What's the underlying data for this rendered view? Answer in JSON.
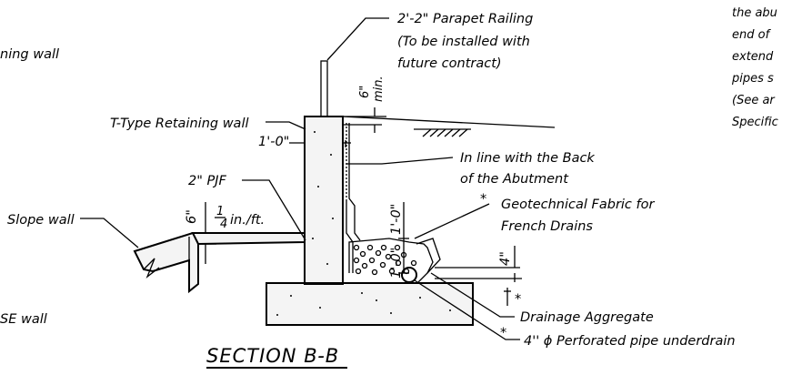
{
  "labels": {
    "parapet_line1": "2'-2\" Parapet Railing",
    "parapet_line2": "(To be installed with",
    "parapet_line3": "future contract)",
    "retaining_left_partial": "ning wall",
    "t_type": "T-Type Retaining wall",
    "dim_1ft": "1'-0\"",
    "dim_6min_a": "6\"",
    "dim_6min_b": "min.",
    "inline_line1": "In line with the Back",
    "inline_line2": "of the Abutment",
    "pjf": "2\" PJF",
    "geo_line1": "Geotechnical Fabric for",
    "geo_line2": "French Drains",
    "slope_wall": "Slope wall",
    "dim_6in": "6\"",
    "slope_rate_num": "1",
    "slope_rate_den": "4",
    "slope_rate_unit": "in./ft.",
    "dim_vert_1": "1'-0\"",
    "dim_vert_2": "1'-0\"",
    "dim_4in": "4\"",
    "mse_partial": "SE wall",
    "drainage": "Drainage Aggregate",
    "pipe": "4'' ϕ Perforated pipe underdrain",
    "star": "*",
    "note_1": "the abu",
    "note_2": "end of",
    "note_3": "extend",
    "note_4": "pipes s",
    "note_5": "(See ar",
    "note_6": "Specific"
  },
  "title": "SECTION B-B"
}
